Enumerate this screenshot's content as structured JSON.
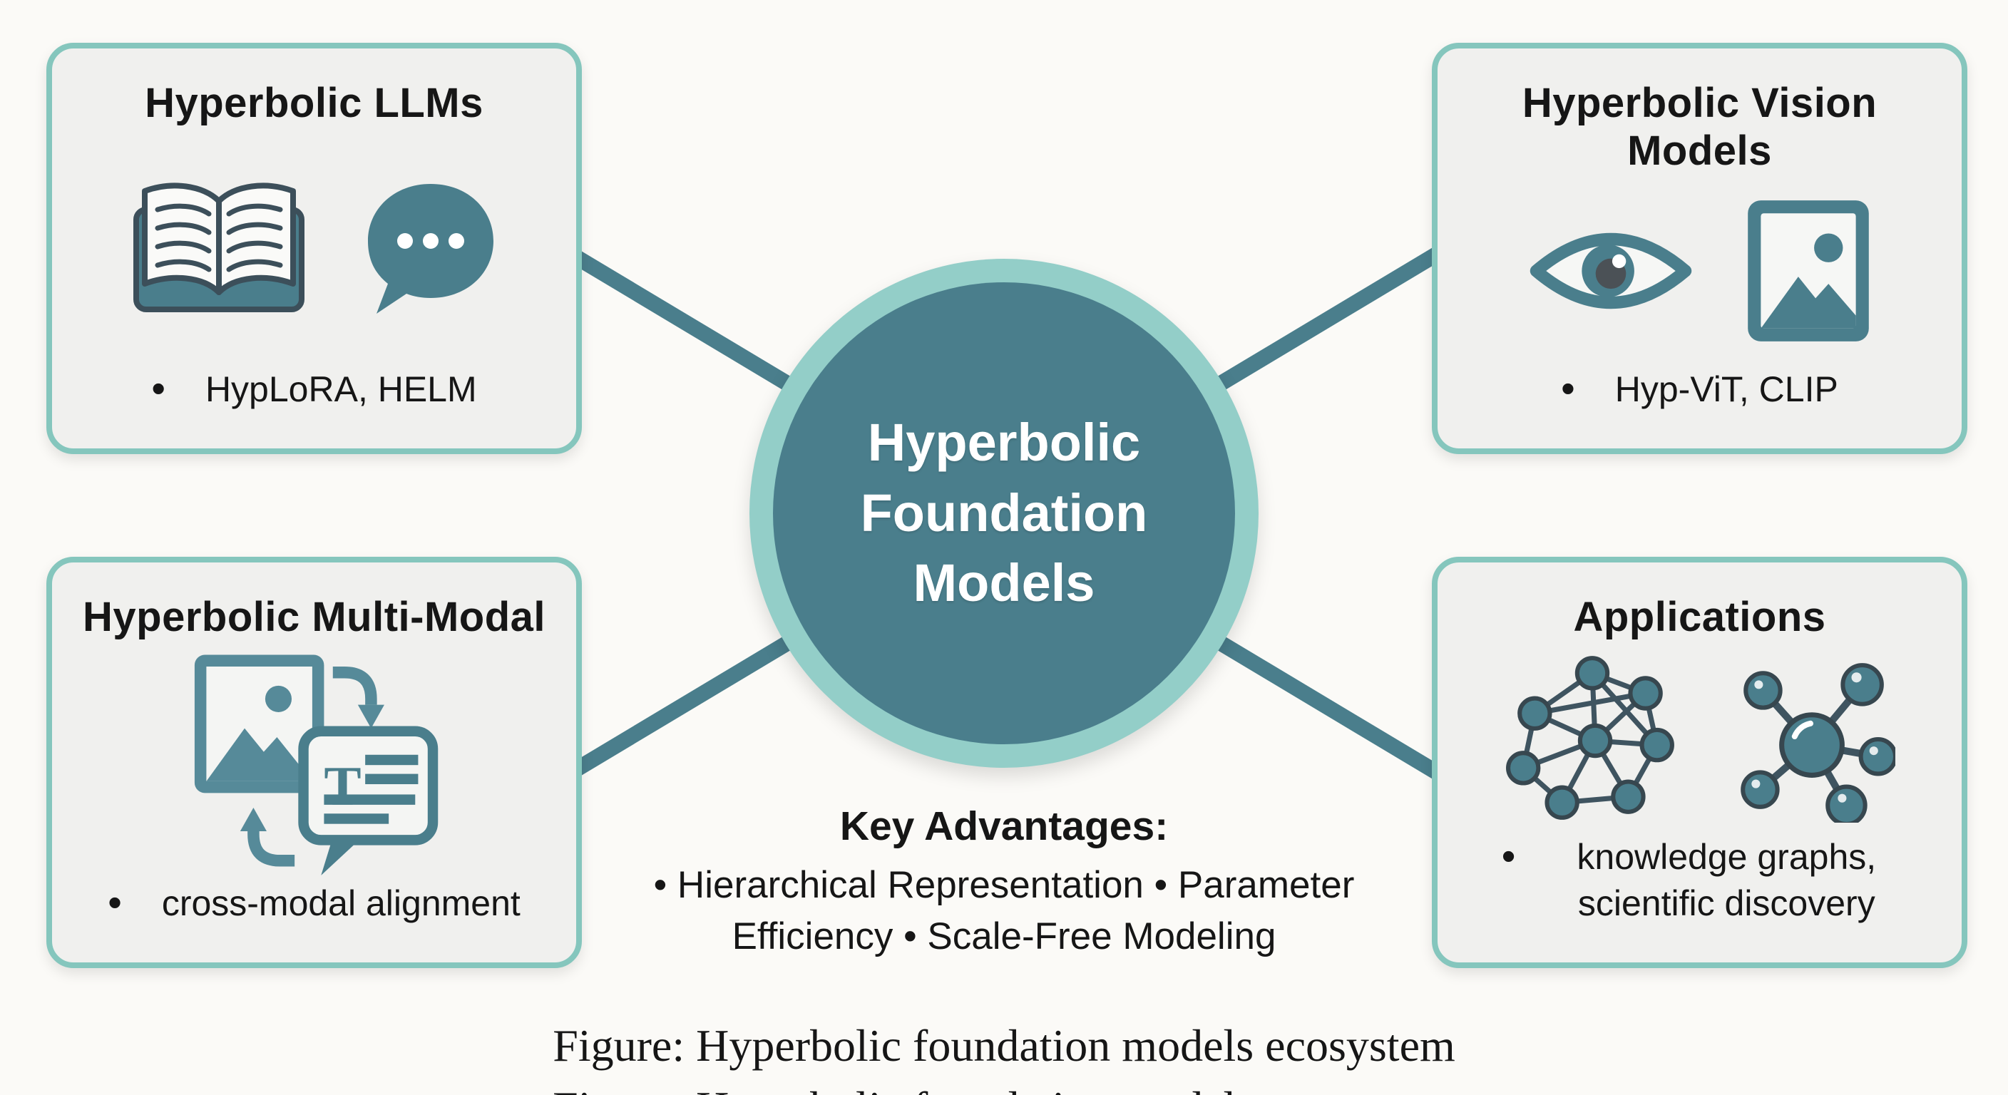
{
  "colors": {
    "teal_dark": "#4a7e8c",
    "teal_muted": "#568a99",
    "ring_light_teal": "#93cec8",
    "box_border_teal": "#85c6bd",
    "box_background": "#f0f0ee",
    "page_background": "#fbfaf7",
    "text": "#161616",
    "circle_text": "#ffffff"
  },
  "center": {
    "title_lines": [
      "Hyperbolic",
      "Foundation",
      "Models"
    ]
  },
  "bullet_glyph": "•",
  "boxes": [
    {
      "title": "Hyperbolic LLMs",
      "bullet": "HypLoRA, HELM",
      "icons": [
        "open-book-icon",
        "speech-bubble-icon"
      ]
    },
    {
      "title": "Hyperbolic Vision Models",
      "bullet": "Hyp-ViT, CLIP",
      "icons": [
        "eye-icon",
        "photo-icon"
      ]
    },
    {
      "title": "Hyperbolic Multi-Modal",
      "bullet": "cross-modal alignment",
      "icons": [
        "image-text-swap-icon"
      ]
    },
    {
      "title": "Applications",
      "bullet": "knowledge graphs, scientific discovery",
      "icons": [
        "knowledge-graph-icon",
        "molecule-icon"
      ]
    }
  ],
  "key_advantages": {
    "heading": "Key Advantages:",
    "body": "• Hierarchical Representation • Parameter Efficiency • Scale-Free Modeling",
    "items": [
      "Hierarchical Representation",
      "Parameter Efficiency",
      "Scale-Free Modeling"
    ]
  },
  "icon_text": {
    "letter": "T"
  },
  "caption": "Figure: Hyperbolic foundation models ecosystem"
}
